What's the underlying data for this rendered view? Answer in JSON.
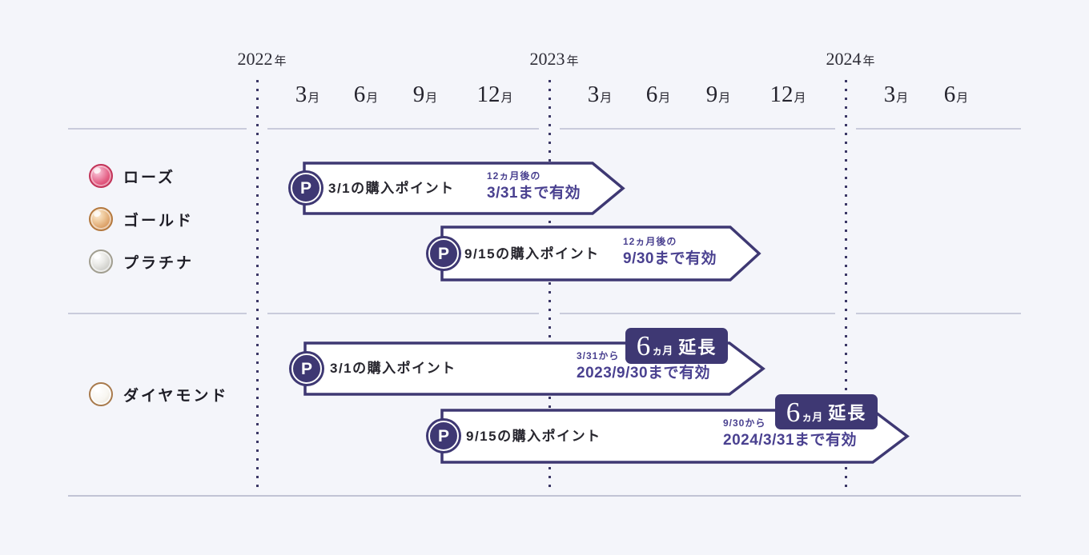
{
  "colors": {
    "background": "#f4f5fa",
    "accent_purple": "#3e3873",
    "text_purple": "#4a4190",
    "text_dark": "#26252d",
    "divider_line": "#c9cbdb",
    "dotted_year_line": "#3b3766"
  },
  "timeline": {
    "years": [
      {
        "num": "2022",
        "unit": "年"
      },
      {
        "num": "2023",
        "unit": "年"
      },
      {
        "num": "2024",
        "unit": "年"
      }
    ],
    "months": [
      {
        "num": "3",
        "unit": "月"
      },
      {
        "num": "6",
        "unit": "月"
      },
      {
        "num": "9",
        "unit": "月"
      },
      {
        "num": "12",
        "unit": "月"
      },
      {
        "num": "3",
        "unit": "月"
      },
      {
        "num": "6",
        "unit": "月"
      },
      {
        "num": "9",
        "unit": "月"
      },
      {
        "num": "12",
        "unit": "月"
      },
      {
        "num": "3",
        "unit": "月"
      },
      {
        "num": "6",
        "unit": "月"
      }
    ]
  },
  "tiers": [
    {
      "id": "rose",
      "label": "ローズ",
      "gem_color": "#e2597f"
    },
    {
      "id": "gold",
      "label": "ゴールド",
      "gem_color": "#dda269"
    },
    {
      "id": "platinum",
      "label": "プラチナ",
      "gem_color": "#cfcfca"
    },
    {
      "id": "diamond",
      "label": "ダイヤモンド",
      "gem_color": "#f8f6f1"
    }
  ],
  "banners": [
    {
      "icon": "P",
      "label": "3/1の購入ポイント",
      "note_small": "12ヵ月後の",
      "valid_until": "3/31まで有効"
    },
    {
      "icon": "P",
      "label": "9/15の購入ポイント",
      "note_small": "12ヵ月後の",
      "valid_until": "9/30まで有効"
    },
    {
      "icon": "P",
      "label": "3/1の購入ポイント",
      "note_small": "3/31から",
      "valid_until": "2023/9/30まで有効",
      "extension": {
        "num": "6",
        "unit": "ヵ月",
        "label": "延長"
      }
    },
    {
      "icon": "P",
      "label": "9/15の購入ポイント",
      "note_small": "9/30から",
      "valid_until": "2024/3/31まで有効",
      "extension": {
        "num": "6",
        "unit": "ヵ月",
        "label": "延長"
      }
    }
  ]
}
